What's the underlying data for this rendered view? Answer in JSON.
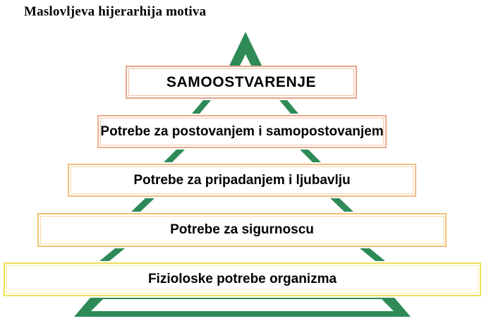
{
  "title": "Maslovljeva hijerarhija motiva",
  "colors": {
    "pyramid_green": "#2e8b57",
    "text": "#000000",
    "background": "#ffffff",
    "level1_border": "#e8a489",
    "level2_border": "#eeab8e",
    "level3_border": "#f0bc85",
    "level4_border": "#f2c173",
    "level5_border": "#f0e05a"
  },
  "pyramid": {
    "levels": [
      {
        "rank": 1,
        "label": "SAMOOSTVARENJE"
      },
      {
        "rank": 2,
        "label": "Potrebe za postovanjem i samopostovanjem"
      },
      {
        "rank": 3,
        "label": "Potrebe za pripadanjem i ljubavlju"
      },
      {
        "rank": 4,
        "label": "Potrebe za sigurnoscu"
      },
      {
        "rank": 5,
        "label": "Fizioloske potrebe organizma"
      }
    ]
  }
}
